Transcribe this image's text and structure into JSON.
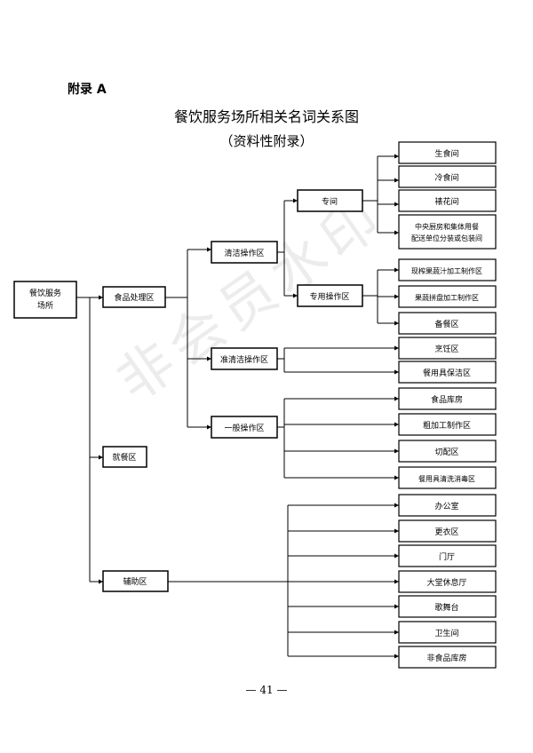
{
  "header": {
    "appendix": "附录 A",
    "title": "餐饮服务场所相关名词关系图",
    "subtitle": "（资料性附录）"
  },
  "watermark": "非会员水印",
  "footer": {
    "page_number": "— 41 —"
  },
  "nodes": {
    "root": "餐饮服务场所",
    "food_processing": "食品处理区",
    "dining": "就餐区",
    "auxiliary": "辅助区",
    "clean_zone": "清洁操作区",
    "semi_clean_zone": "准清洁操作区",
    "general_zone": "一般操作区",
    "special_room": "专间",
    "special_zone": "专用操作区",
    "raw_room": "生食间",
    "cold_room": "冷食间",
    "pastry_room": "裱花间",
    "central_kitchen": "中央厨房和集体用餐配送单位分装或包装间",
    "juice_zone": "现榨果蔬汁加工制作区",
    "platter_zone": "果蔬拼盘加工制作区",
    "serving_zone": "备餐区",
    "cooking_zone": "烹饪区",
    "utensil_clean_zone": "餐用具保洁区",
    "food_storage": "食品库房",
    "rough_processing": "粗加工制作区",
    "cutting_zone": "切配区",
    "utensil_wash_zone": "餐用具清洗消毒区",
    "office": "办公室",
    "changing_room": "更衣区",
    "lobby": "门厅",
    "lounge": "大堂休息厅",
    "stage": "歌舞台",
    "toilet": "卫生间",
    "nonfood_storage": "非食品库房"
  }
}
